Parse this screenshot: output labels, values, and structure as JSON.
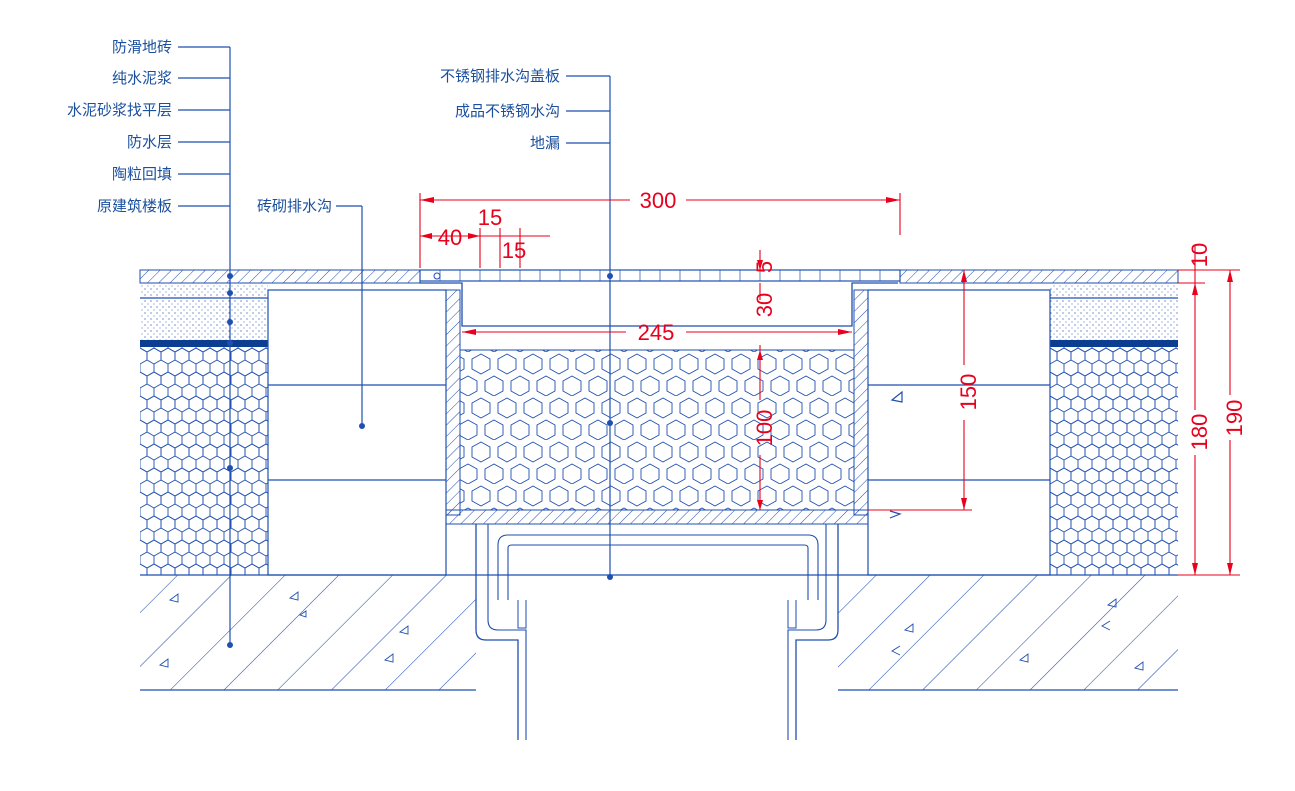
{
  "left_labels": [
    "防滑地砖",
    "纯水泥浆",
    "水泥砂浆找平层",
    "防水层",
    "陶粒回填",
    "原建筑楼板"
  ],
  "center_labels": [
    "不锈钢排水沟盖板",
    "成品不锈钢水沟",
    "地漏"
  ],
  "brick_trench_label": "砖砌排水沟",
  "dimensions": {
    "total_width": "300",
    "side_40": "40",
    "gap_15_a": "15",
    "gap_15_b": "15",
    "inner_width": "245",
    "cover_5": "5",
    "depth_30": "30",
    "depth_100": "100",
    "depth_150": "150",
    "tile_10": "10",
    "height_180": "180",
    "height_190": "190"
  },
  "colors": {
    "line": "#1f4fb0",
    "label": "#1a4f9e",
    "dimension": "#e8001c",
    "waterproof": "#0b3d91"
  }
}
